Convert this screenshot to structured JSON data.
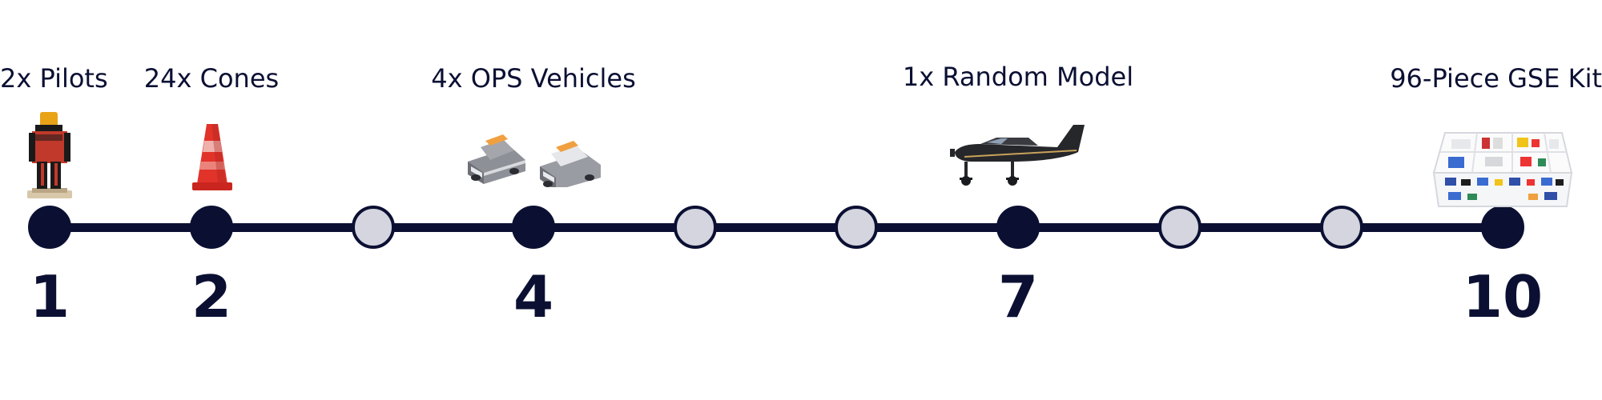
{
  "milestones": [
    {
      "step": "1",
      "label": "2x Pilots",
      "icon": "pilot-figure-icon"
    },
    {
      "step": "2",
      "label": "24x Cones",
      "icon": "traffic-cone-icon"
    },
    {
      "step": "4",
      "label": "4x OPS Vehicles",
      "icon": "ops-vehicle-icon"
    },
    {
      "step": "7",
      "label": "1x Random Model",
      "icon": "airplane-icon"
    },
    {
      "step": "10",
      "label": "96-Piece GSE Kit",
      "icon": "gse-kit-icon"
    }
  ],
  "steps_total": 10,
  "filled_steps": [
    1,
    2,
    4,
    7,
    10
  ],
  "colors": {
    "navy": "#0b1033",
    "empty_node": "#d4d5de",
    "cone": "#e2332a",
    "pilot_red": "#c0392b",
    "pilot_yellow": "#e8a317",
    "vehicle_gray": "#8e9097",
    "vehicle_orange": "#f0a040"
  }
}
